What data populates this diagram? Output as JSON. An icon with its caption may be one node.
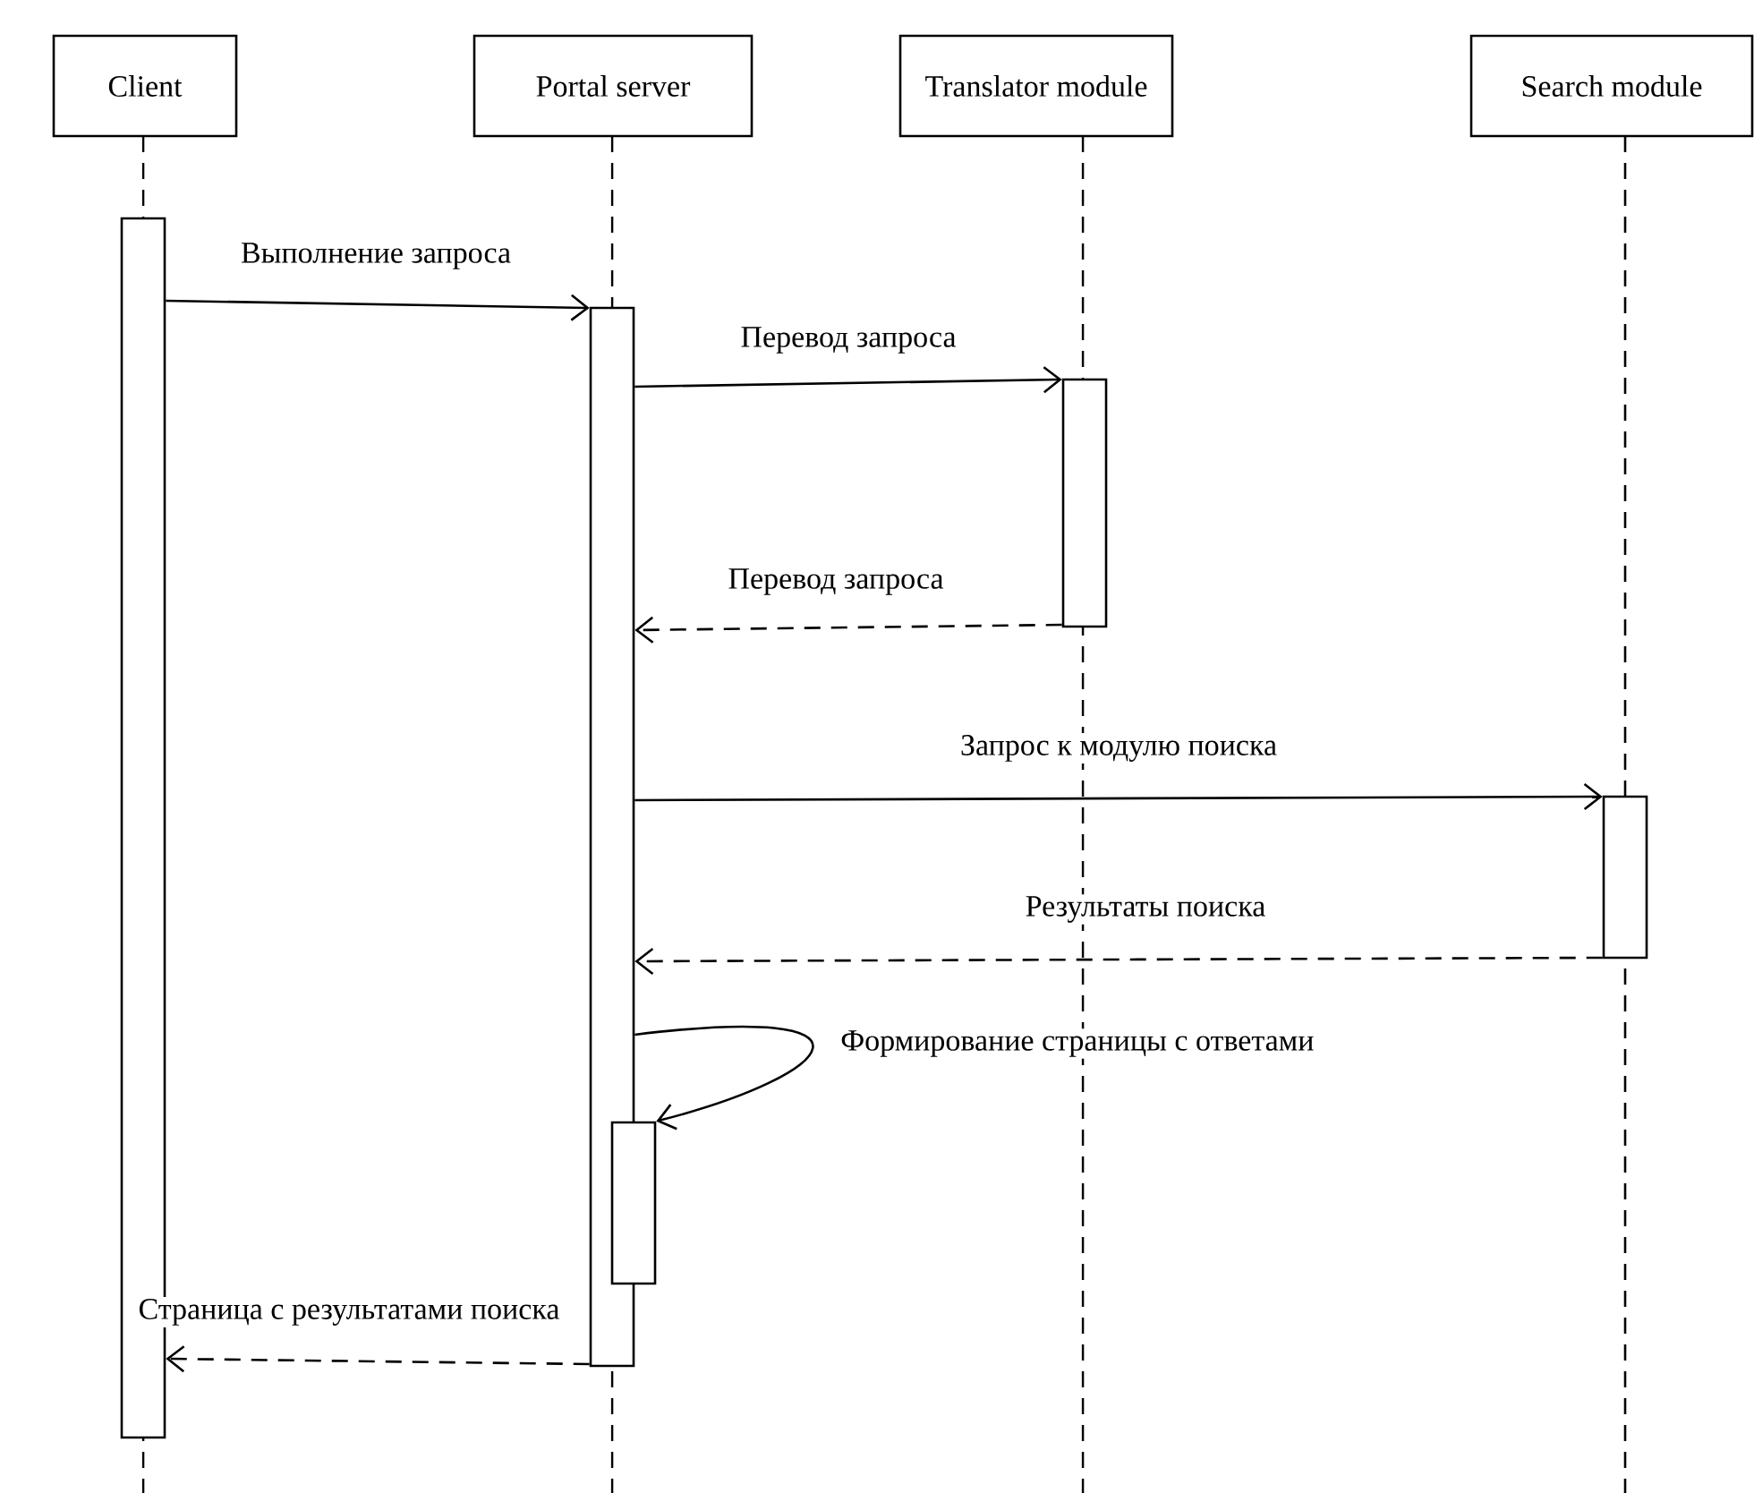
{
  "diagram": {
    "nodes": [
      {
        "text": [
          "Client"
        ]
      },
      {
        "text": [
          "Portal server"
        ]
      },
      {
        "text": [
          "Translator module"
        ]
      },
      {
        "text": [
          "Search module"
        ]
      },
      {
        "text": [],
        "shape": "bar"
      },
      {
        "text": [],
        "shape": "bar"
      },
      {
        "text": [],
        "shape": "bar"
      },
      {
        "text": [],
        "shape": "bar"
      },
      {
        "text": [],
        "shape": "bar"
      }
    ],
    "edges": [
      {
        "from": 4,
        "to": 5,
        "arrow": "to",
        "label": "Выполнение запроса"
      },
      {
        "from": 5,
        "to": 6,
        "arrow": "to",
        "label": "Перевод запроса"
      },
      {
        "from": 6,
        "to": 5,
        "arrow": "to",
        "style": "dashed",
        "label": "Перевод запроса"
      },
      {
        "from": 5,
        "to": 7,
        "arrow": "to",
        "label": "Запрос к модулю поиска"
      },
      {
        "from": 7,
        "to": 5,
        "arrow": "to",
        "style": "dashed",
        "label": "Результаты поиска"
      },
      {
        "from": 5,
        "to": 8,
        "arrow": "to",
        "label": "Формирование страницы с ответами"
      },
      {
        "from": 5,
        "to": 4,
        "arrow": "to",
        "style": "dashed",
        "label": "Страница с результатами поиска"
      }
    ]
  }
}
